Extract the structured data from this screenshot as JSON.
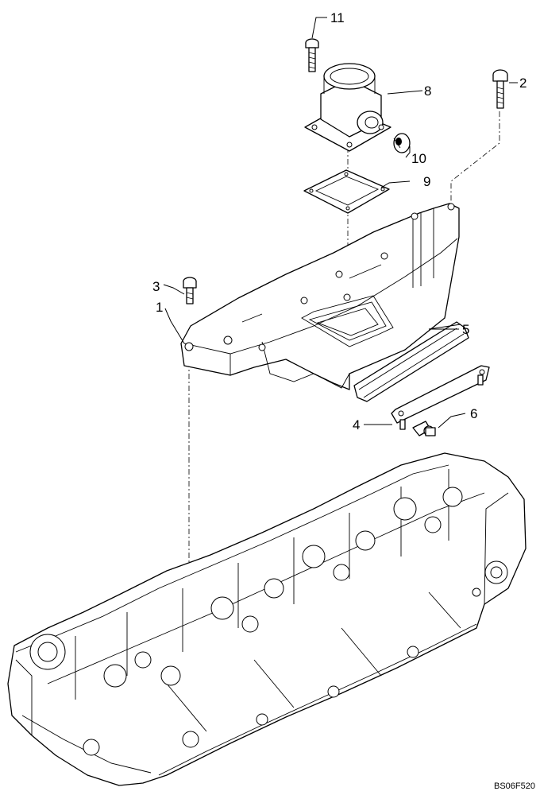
{
  "callouts": [
    {
      "id": "1",
      "label": "1"
    },
    {
      "id": "2",
      "label": "2"
    },
    {
      "id": "3",
      "label": "3"
    },
    {
      "id": "4",
      "label": "4"
    },
    {
      "id": "5",
      "label": "5"
    },
    {
      "id": "6",
      "label": "6"
    },
    {
      "id": "8",
      "label": "8"
    },
    {
      "id": "9",
      "label": "9"
    },
    {
      "id": "10",
      "label": "10"
    },
    {
      "id": "11",
      "label": "11"
    }
  ],
  "drawing_code": "BS06F520"
}
